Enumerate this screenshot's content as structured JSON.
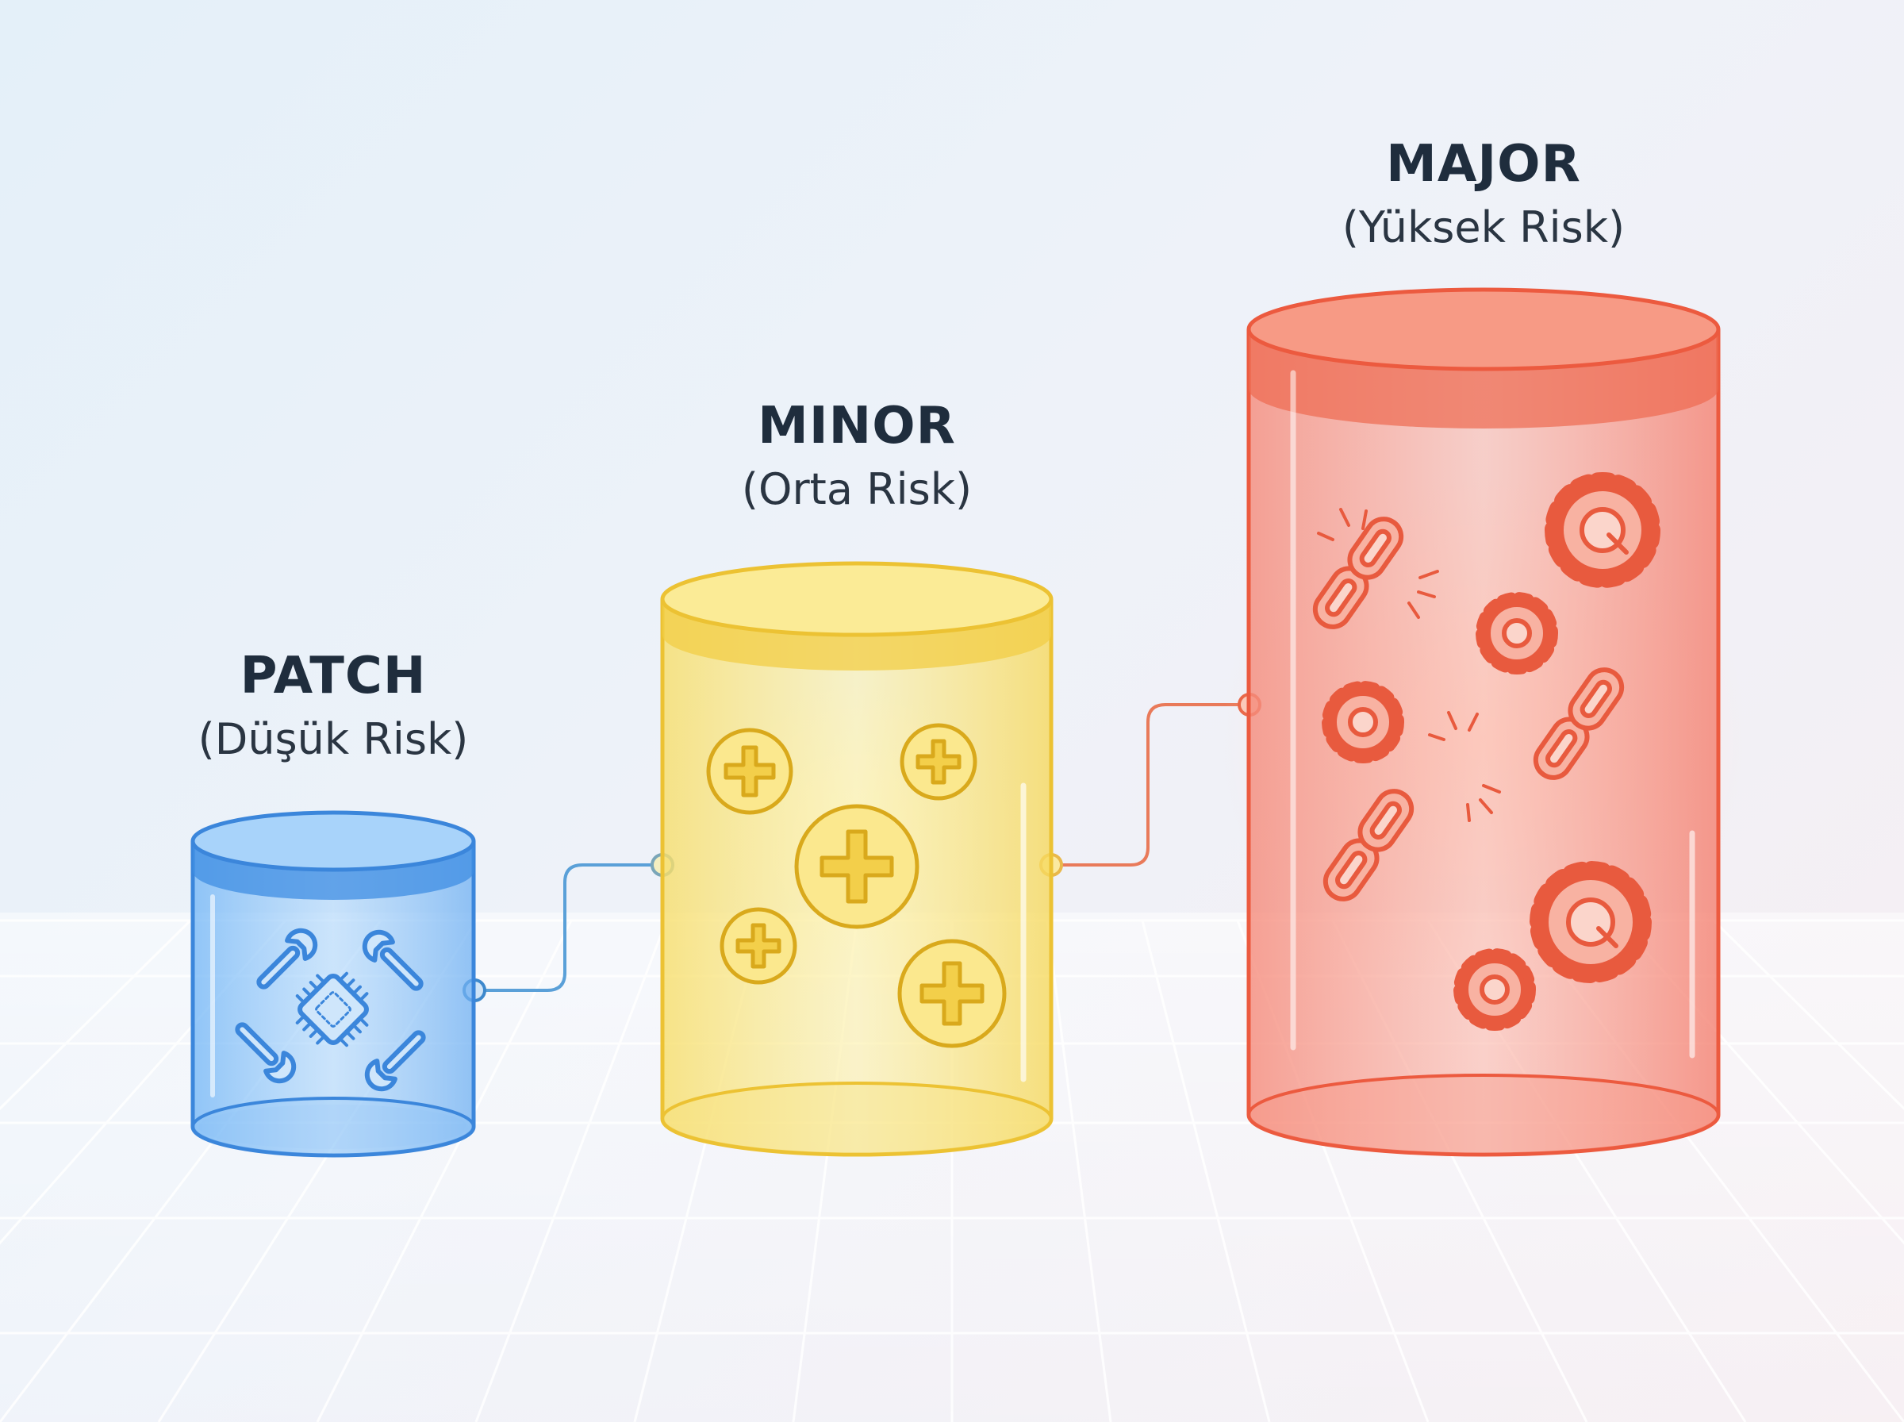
{
  "levels": [
    {
      "key": "patch",
      "title": "PATCH",
      "subtitle": "(Düşük Risk)",
      "color": "#3d8fe8",
      "icon": "wrench-chip-icon"
    },
    {
      "key": "minor",
      "title": "MINOR",
      "subtitle": "(Orta Risk)",
      "color": "#f0c63c",
      "icon": "plus-circle-icon"
    },
    {
      "key": "major",
      "title": "MAJOR",
      "subtitle": "(Yüksek Risk)",
      "color": "#f05a40",
      "icon": "broken-chain-gear-icon"
    }
  ]
}
